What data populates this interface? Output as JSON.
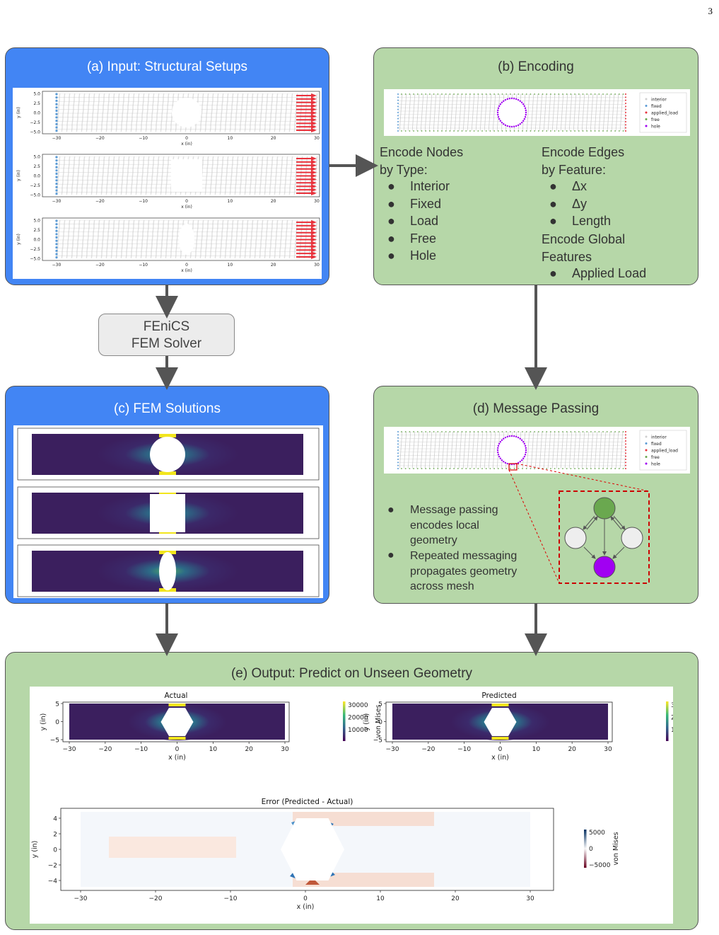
{
  "page_number": "3",
  "panel_a": {
    "title": "(a) Input: Structural Setups",
    "yticks": [
      "5.0",
      "2.5",
      "0.0",
      "−2.5",
      "−5.0"
    ],
    "xticks": [
      "−30",
      "−20",
      "−10",
      "0",
      "10",
      "20",
      "30"
    ],
    "xlabel": "x (in)",
    "ylabel": "y (in)"
  },
  "panel_b": {
    "title": "(b) Encoding",
    "legend": [
      "interior",
      "fixed",
      "applied_load",
      "free",
      "hole"
    ],
    "nodes_heading": [
      "Encode Nodes",
      "by Type:"
    ],
    "nodes_items": [
      "Interior",
      "Fixed",
      "Load",
      "Free",
      "Hole"
    ],
    "edges_heading": [
      "Encode Edges",
      "by Feature:"
    ],
    "edges_items": [
      "Δx",
      "Δy",
      "Length"
    ],
    "global_heading": [
      "Encode Global",
      "Features"
    ],
    "global_items": [
      "Applied Load"
    ]
  },
  "solver": {
    "line1": "FEniCS",
    "line2": "FEM Solver"
  },
  "panel_c": {
    "title": "(c) FEM Solutions"
  },
  "panel_d": {
    "title": "(d) Message Passing",
    "legend": [
      "interior",
      "fixed",
      "applied_load",
      "free",
      "hole"
    ],
    "bullet1": [
      "Message passing",
      "encodes local",
      "geometry"
    ],
    "bullet2": [
      "Repeated messaging",
      "propagates geometry",
      "across mesh"
    ]
  },
  "panel_e": {
    "title": "(e) Output: Predict on Unseen Geometry",
    "actual_title": "Actual",
    "predicted_title": "Predicted",
    "error_title": "Error (Predicted - Actual)",
    "xlabel": "x (in)",
    "ylabel": "y (in)",
    "cbar_label": "von Mises",
    "top_yticks": [
      "5",
      "0",
      "−5"
    ],
    "top_xticks": [
      "−30",
      "−20",
      "−10",
      "0",
      "10",
      "20",
      "30"
    ],
    "cbar_ticks": [
      "30000",
      "20000",
      "10000"
    ],
    "err_yticks": [
      "4",
      "2",
      "0",
      "−2",
      "−4"
    ],
    "err_xticks": [
      "−30",
      "−20",
      "−10",
      "0",
      "10",
      "20",
      "30"
    ],
    "err_cbar_ticks": [
      "5000",
      "0",
      "−5000"
    ]
  },
  "colors": {
    "blue_panel": "#4285f4",
    "green_panel": "#b6d7a8",
    "viridis_dark": "#3b1f5e",
    "viridis_yellow": "#f2e51d",
    "load_arrow": "#e8323c",
    "hole_purple": "#a100f2",
    "node_green": "#6aa84f"
  }
}
